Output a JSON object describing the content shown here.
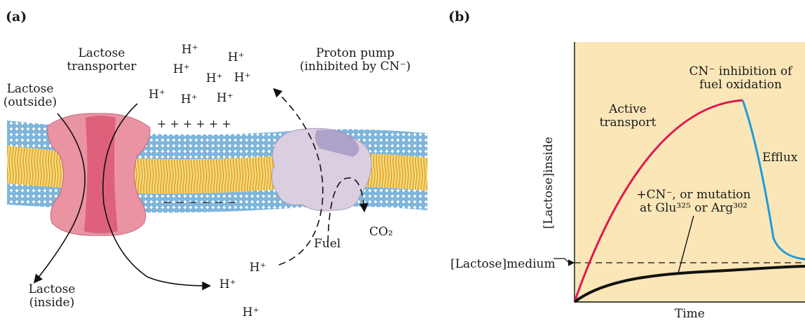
{
  "panel_a": {
    "label": "(a)",
    "lactose_transporter": [
      "Lactose",
      "transporter"
    ],
    "lactose_outside": [
      "Lactose",
      "(outside)"
    ],
    "lactose_inside": [
      "Lactose",
      "(inside)"
    ],
    "proton_pump": [
      "Proton pump",
      "(inhibited by CN⁻)"
    ],
    "proton": "H⁺",
    "plus_charges": "+ + + + + +",
    "minus_charges": "− − − − − −",
    "fuel": "Fuel",
    "co2": "CO₂"
  },
  "panel_b": {
    "label": "(b)",
    "ylabel": "[Lactose]inside",
    "xlabel": "Time",
    "medium_label": "[Lactose]medium",
    "cn_inhibition": [
      "CN⁻ inhibition of",
      "fuel oxidation"
    ],
    "active_transport": [
      "Active",
      "transport"
    ],
    "efflux": "Efflux",
    "mutation": [
      "+CN⁻, or mutation",
      "at Glu³²⁵ or Arg³⁰²"
    ]
  },
  "colors": {
    "plot_bg": "#fbe6b8",
    "active_curve": "#e0194f",
    "efflux_curve": "#1f9bd8",
    "baseline_curve": "#111111",
    "transporter": "#e98a9a",
    "pump": "#d5cadb",
    "lipid_head": "#7db8de",
    "lipid_tail": "#e7b93a"
  }
}
